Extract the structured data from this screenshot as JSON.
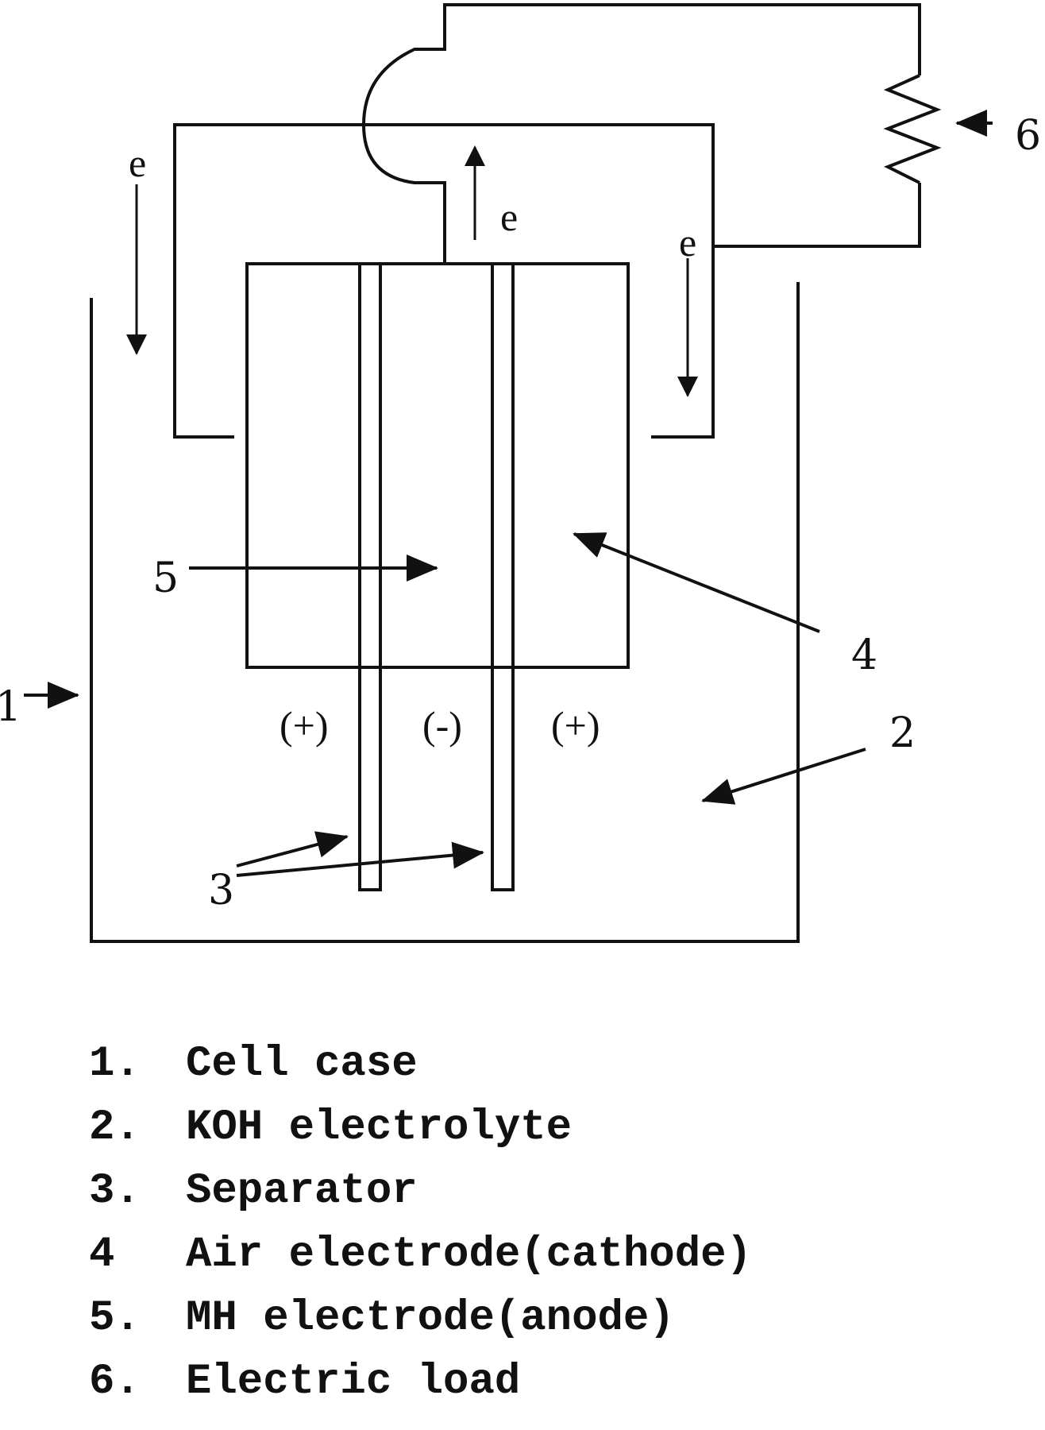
{
  "diagram": {
    "markers": {
      "m1": "1",
      "m2": "2",
      "m3": "3",
      "m4": "4",
      "m5": "5",
      "m6": "6"
    },
    "polarity": {
      "left": "(+)",
      "center": "(-)",
      "right": "(+)"
    },
    "electron_label": "e"
  },
  "legend": [
    {
      "num": "1.",
      "text": "Cell case"
    },
    {
      "num": "2.",
      "text": "KOH electrolyte"
    },
    {
      "num": "3.",
      "text": "Separator"
    },
    {
      "num": "4",
      "text": "Air electrode(cathode)"
    },
    {
      "num": "5.",
      "text": "MH electrode(anode)"
    },
    {
      "num": "6.",
      "text": "Electric load"
    }
  ]
}
